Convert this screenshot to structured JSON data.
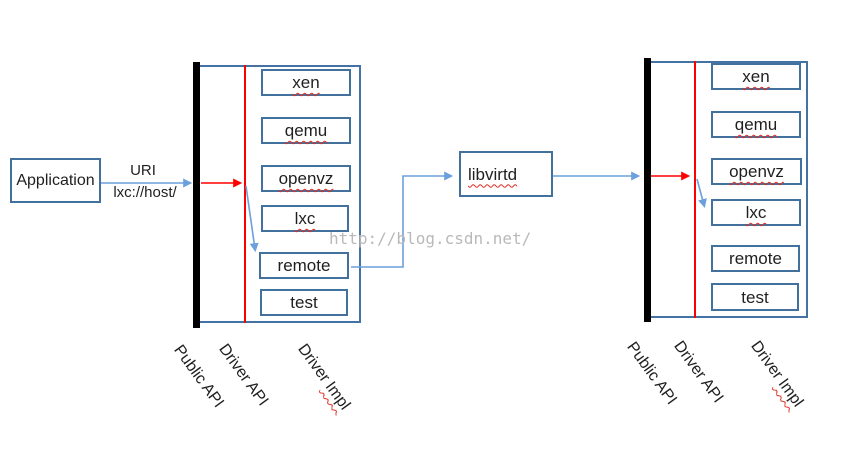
{
  "colors": {
    "box_border": "#41719C",
    "frame_border": "#4472A4",
    "connector_blue": "#6CA0DC",
    "line_red": "#FF0000",
    "bar_black": "#000000",
    "spellcheck_red": "#E02B20",
    "watermark_gray": "#B9B9B9"
  },
  "watermark": {
    "text": "http://blog.csdn.net/"
  },
  "application": {
    "label": "Application"
  },
  "connection": {
    "label_top": "URI",
    "label_bottom": "lxc://host/"
  },
  "libvirtd": {
    "label": "libvirtd"
  },
  "left_stack": {
    "drivers": [
      {
        "label": "xen"
      },
      {
        "label": "qemu"
      },
      {
        "label": "openvz"
      },
      {
        "label": "lxc"
      },
      {
        "label": "remote"
      },
      {
        "label": "test"
      }
    ],
    "axis_labels": {
      "public_api": "Public API",
      "driver_api": "Driver API",
      "driver_impl_word1": "Driver",
      "driver_impl_word2": "Impl"
    }
  },
  "right_stack": {
    "drivers": [
      {
        "label": "xen"
      },
      {
        "label": "qemu"
      },
      {
        "label": "openvz"
      },
      {
        "label": "lxc"
      },
      {
        "label": "remote"
      },
      {
        "label": "test"
      }
    ],
    "axis_labels": {
      "public_api": "Public API",
      "driver_api": "Driver API",
      "driver_impl_word1": "Driver",
      "driver_impl_word2": "Impl"
    }
  }
}
